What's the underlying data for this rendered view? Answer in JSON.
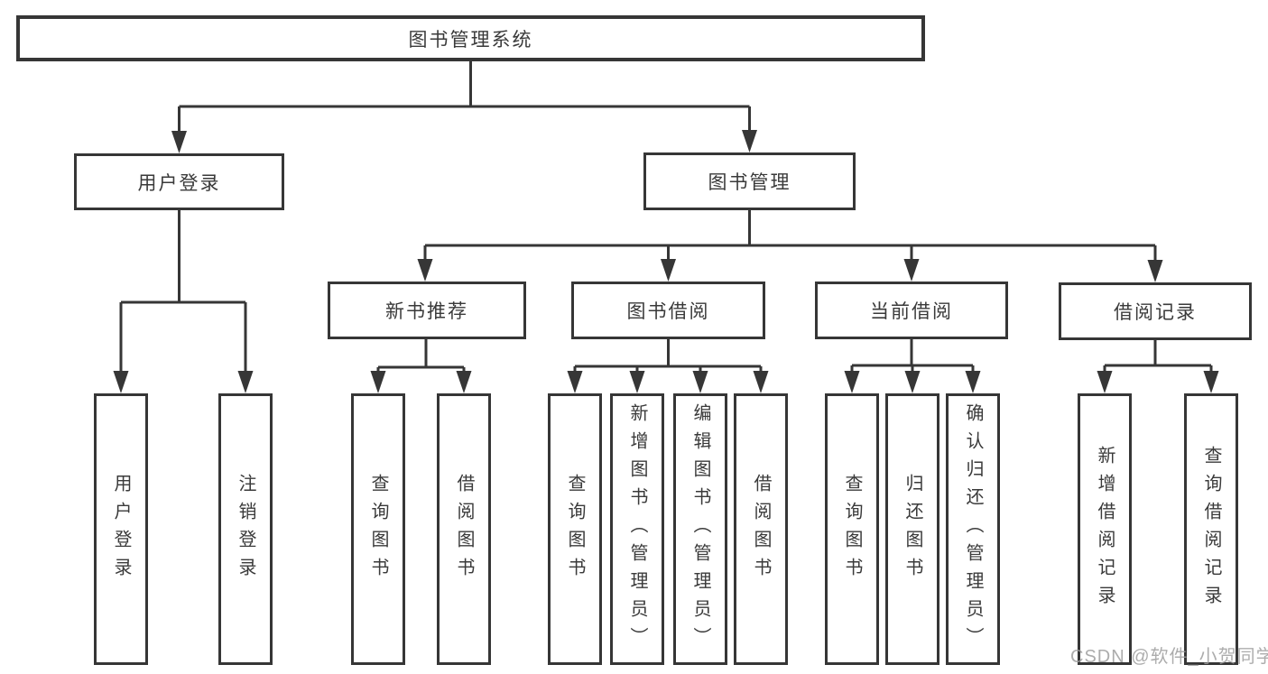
{
  "diagram": {
    "colors": {
      "line": "#363636",
      "box_border": "#363636",
      "text": "#3a3a3a",
      "background": "#ffffff",
      "watermark": "#9e9e9e"
    },
    "watermark": "CSDN @软件_小贺同学",
    "root": {
      "label": "图书管理系统"
    },
    "branches": [
      {
        "label": "用户登录",
        "children": [
          {
            "label": "用户登录"
          },
          {
            "label": "注销登录"
          }
        ]
      },
      {
        "label": "图书管理",
        "children": [
          {
            "label": "新书推荐",
            "children": [
              {
                "label": "查询图书"
              },
              {
                "label": "借阅图书"
              }
            ]
          },
          {
            "label": "图书借阅",
            "children": [
              {
                "label": "查询图书"
              },
              {
                "label": "新增图书（管理员）"
              },
              {
                "label": "编辑图书（管理员）"
              },
              {
                "label": "借阅图书"
              }
            ]
          },
          {
            "label": "当前借阅",
            "children": [
              {
                "label": "查询图书"
              },
              {
                "label": "归还图书"
              },
              {
                "label": "确认归还（管理员）"
              }
            ]
          },
          {
            "label": "借阅记录",
            "children": [
              {
                "label": "新增借阅记录"
              },
              {
                "label": "查询借阅记录"
              }
            ]
          }
        ]
      }
    ]
  }
}
